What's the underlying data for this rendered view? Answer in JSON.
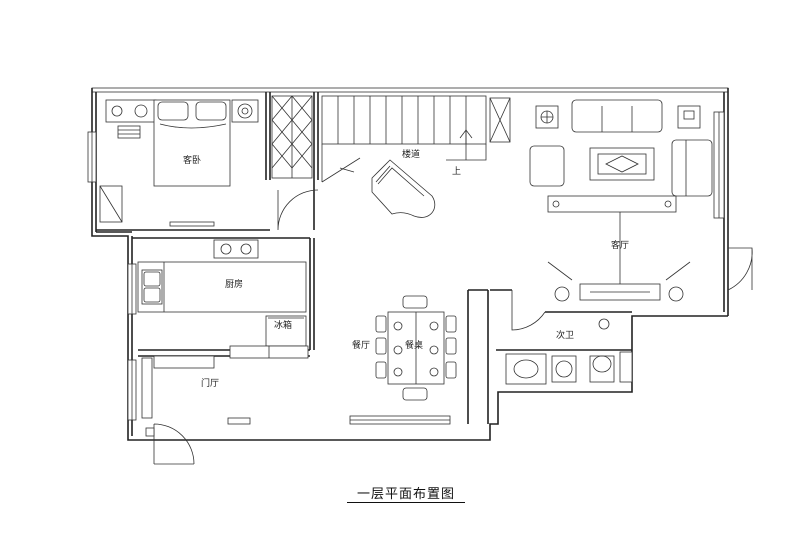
{
  "drawing": {
    "caption": "一层平面布置图",
    "rooms": {
      "guest_bedroom": "客卧",
      "staircase": "楼道",
      "stair_up": "上",
      "living_room": "客厅",
      "kitchen": "厨房",
      "fridge": "冰箱",
      "dining_room": "餐厅",
      "dining_table": "餐桌",
      "second_bath": "次卫",
      "foyer": "门厅"
    }
  }
}
